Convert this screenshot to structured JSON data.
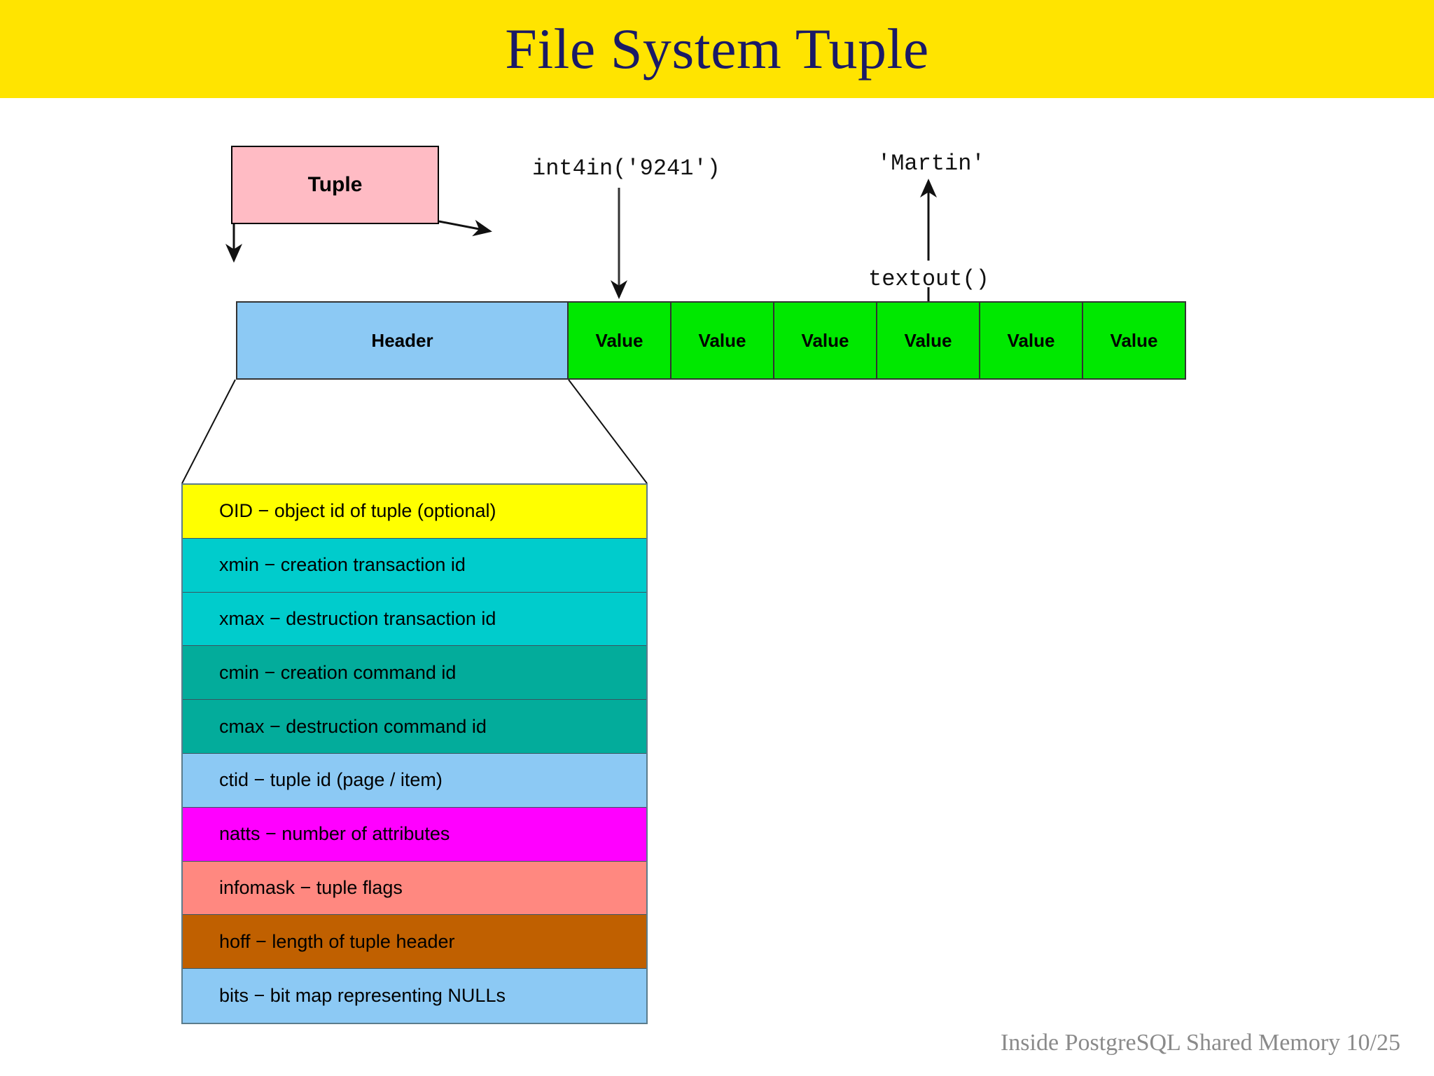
{
  "slide": {
    "title": "File System Tuple",
    "title_bg": "#FFE400",
    "title_color": "#1a1a66",
    "footer": "Inside PostgreSQL Shared Memory  10/25"
  },
  "callout": {
    "tuple_label": "Tuple",
    "tuple_bg": "#FFBBC4"
  },
  "annotations": {
    "int4in": "int4in('9241')",
    "martin": "'Martin'",
    "textout": "textout()"
  },
  "tuple_bar": {
    "cells": [
      {
        "label": "Header",
        "kind": "header",
        "color": "#8CC9F4"
      },
      {
        "label": "Value",
        "kind": "value",
        "color": "#00E800"
      },
      {
        "label": "Value",
        "kind": "value",
        "color": "#00E800"
      },
      {
        "label": "Value",
        "kind": "value",
        "color": "#00E800"
      },
      {
        "label": "Value",
        "kind": "value",
        "color": "#00E800"
      },
      {
        "label": "Value",
        "kind": "value",
        "color": "#00E800"
      },
      {
        "label": "Value",
        "kind": "value",
        "color": "#00E800"
      }
    ]
  },
  "header_detail": {
    "rows": [
      {
        "text": "OID − object id of tuple (optional)",
        "color": "#FFFF00"
      },
      {
        "text": "xmin − creation transaction id",
        "color": "#00CCCC"
      },
      {
        "text": "xmax − destruction transaction id",
        "color": "#00CCCC"
      },
      {
        "text": "cmin − creation command id",
        "color": "#03AC9B"
      },
      {
        "text": "cmax − destruction command id",
        "color": "#03AC9B"
      },
      {
        "text": "ctid − tuple id (page / item)",
        "color": "#8CC9F4"
      },
      {
        "text": "natts − number of attributes",
        "color": "#FF00FF"
      },
      {
        "text": "infomask − tuple flags",
        "color": "#FF8880"
      },
      {
        "text": "hoff − length of tuple header",
        "color": "#C06000"
      },
      {
        "text": "bits − bit map representing NULLs",
        "color": "#8CC9F4"
      }
    ]
  }
}
